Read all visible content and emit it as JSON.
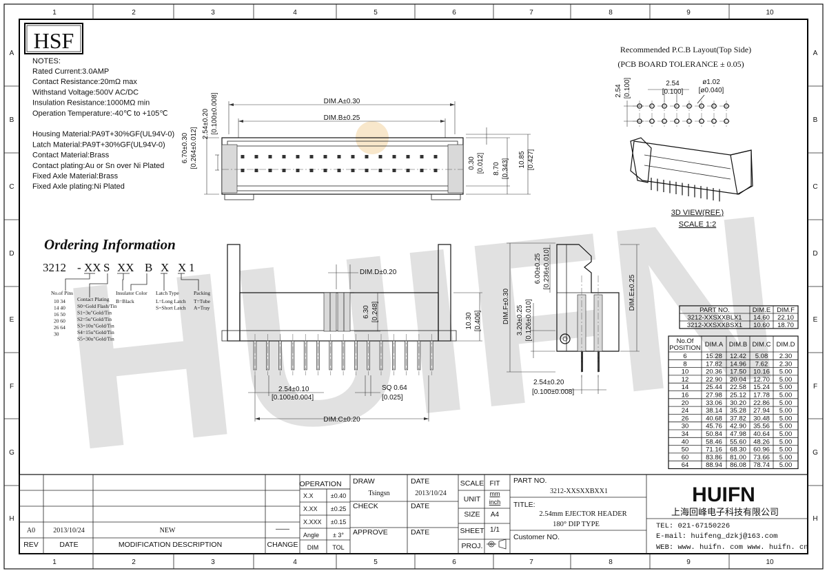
{
  "sheet": {
    "col_labels": [
      "1",
      "2",
      "3",
      "4",
      "5",
      "6",
      "7",
      "8",
      "9",
      "10"
    ],
    "row_labels": [
      "A",
      "B",
      "C",
      "D",
      "E",
      "F",
      "G",
      "H"
    ]
  },
  "brand": {
    "logo": "HSF",
    "watermark": "HUIFN"
  },
  "notes": {
    "heading": "NOTES:",
    "lines": [
      "Rated Current:3.0AMP",
      "Contact Resistance:20mΩ max",
      "Withstand Voltage:500V AC/DC",
      "Insulation Resistance:1000MΩ min",
      "Operation Temperature:-40℃ to +105℃",
      "",
      "Housing Material:PA9T+30%GF(UL94V-0)",
      "Latch Material:PA9T+30%GF(UL94V-0)",
      "Contact Material:Brass",
      "Contact plating:Au or Sn over Ni Plated",
      "Fixed Axle Material:Brass",
      "Fixed Axle plating:Ni Plated"
    ]
  },
  "ordering": {
    "title": "Ordering Information",
    "code_parts": [
      "3212",
      "-",
      "XX",
      "S",
      "XX",
      "B",
      "X",
      "X",
      "1"
    ],
    "pins_label": "No.of Pins",
    "pins_rows": [
      "10  34",
      "14  40",
      "16  50",
      "20  60",
      "26  64",
      "30"
    ],
    "plating_label": "Contact Plating",
    "plating_rows": [
      "S0=Gold Flash/Tin",
      "S1=3u\"Gold/Tin",
      "S2=5u\"Gold/Tin",
      "S3=10u\"Gold/Tin",
      "S4=15u\"Gold/Tin",
      "S5=30u\"Gold/Tin"
    ],
    "insulator_label": "Insulator Color",
    "insulator_rows": [
      "B=Black"
    ],
    "latch_label": "Latch Type",
    "latch_rows": [
      "L=Long Latch",
      "S=Short Latch"
    ],
    "packing_label": "Packing",
    "packing_rows": [
      "T=Tube",
      "A=Tray"
    ]
  },
  "top_view": {
    "dim_a": "DIM.A±0.30",
    "dim_b": "DIM.B±0.25",
    "left_dims": [
      "6.70±0.30",
      "[0.264±0.012]",
      "2.54±0.20",
      "[0.100±0.008]"
    ],
    "right_dims": [
      "0.30",
      "[0.012]",
      "8.70",
      "[0.343]",
      "10.85",
      "[0.427]"
    ]
  },
  "front_view": {
    "dim_d": "DIM.D±0.20",
    "h1": "6.30",
    "h1_in": "[0.248]",
    "h2": "10.30",
    "h2_in": "[0.406]",
    "pitch": "2.54±0.10",
    "pitch_in": "[0.100±0.004]",
    "sq": "SQ 0.64",
    "sq_in": "[0.025]",
    "dim_c": "DIM.C±0.20"
  },
  "side_view": {
    "dim_f": "DIM.F±0.30",
    "d1": "6.00±0.25",
    "d1_in": "[0.236±0.010]",
    "d2": "3.20±0.25",
    "d2_in": "[0.126±0.010]",
    "dim_e": "DIM.E±0.25",
    "pitch": "2.54±0.20",
    "pitch_in": "[0.100±0.008]"
  },
  "pcb": {
    "title1": "Recommended P.C.B Layout(Top Side)",
    "title2": "(PCB BOARD TOLERANCE ± 0.05)",
    "pitch": "2.54",
    "pitch_in": "[0.100]",
    "hole": "ø1.02",
    "hole_in": "[ø0.040]",
    "row": "2.54",
    "row_in": "[0.100]"
  },
  "view3d": {
    "label": "3D VIEW(REF.)",
    "scale": "SCALE 1:2"
  },
  "part_table": {
    "headers": [
      "PART NO.",
      "DIM.E",
      "DIM.F"
    ],
    "rows": [
      [
        "3212-XXSXXBLX1",
        "14.60",
        "22.10"
      ],
      [
        "3212-XXSXXBSX1",
        "10.60",
        "18.70"
      ]
    ]
  },
  "dim_table": {
    "headers": [
      "No.Of POSITION",
      "DIM.A",
      "DIM.B",
      "DIM.C",
      "DIM.D"
    ],
    "rows": [
      [
        "6",
        "15.28",
        "12.42",
        "5.08",
        "2.30"
      ],
      [
        "8",
        "17.82",
        "14.96",
        "7.62",
        "2.30"
      ],
      [
        "10",
        "20.36",
        "17.50",
        "10.16",
        "5.00"
      ],
      [
        "12",
        "22.90",
        "20.04",
        "12.70",
        "5.00"
      ],
      [
        "14",
        "25.44",
        "22.58",
        "15.24",
        "5.00"
      ],
      [
        "16",
        "27.98",
        "25.12",
        "17.78",
        "5.00"
      ],
      [
        "20",
        "33.06",
        "30.20",
        "22.86",
        "5.00"
      ],
      [
        "24",
        "38.14",
        "35.28",
        "27.94",
        "5.00"
      ],
      [
        "26",
        "40.68",
        "37.82",
        "30.48",
        "5.00"
      ],
      [
        "30",
        "45.76",
        "42.90",
        "35.56",
        "5.00"
      ],
      [
        "34",
        "50.84",
        "47.98",
        "40.64",
        "5.00"
      ],
      [
        "40",
        "58.46",
        "55.60",
        "48.26",
        "5.00"
      ],
      [
        "50",
        "71.16",
        "68.30",
        "60.96",
        "5.00"
      ],
      [
        "60",
        "83.86",
        "81.00",
        "73.66",
        "5.00"
      ],
      [
        "64",
        "88.94",
        "86.08",
        "78.74",
        "5.00"
      ]
    ]
  },
  "title_block": {
    "revision": {
      "rev": "A0",
      "date": "2013/10/24",
      "desc": "NEW",
      "change": "——"
    },
    "rev_headers": [
      "REV",
      "DATE",
      "MODIFICATION DESCRIPTION",
      "CHANGE"
    ],
    "operation": "OPERATION",
    "tolerances": [
      [
        "X.X",
        "±0.40"
      ],
      [
        "X.XX",
        "±0.25"
      ],
      [
        "X.XXX",
        "±0.15"
      ],
      [
        "Angle",
        "± 3°"
      ]
    ],
    "tol_headers": [
      "DIM",
      "TOL"
    ],
    "draw_label": "DRAW",
    "draw_value": "Tsingsn",
    "date_label": "DATE",
    "date_value": "2013/10/24",
    "check_label": "CHECK",
    "approve_label": "APPROVE",
    "scale_label": "SCALE",
    "scale_value": "FIT",
    "unit_label": "UNIT",
    "unit_values": [
      "mm",
      "inch"
    ],
    "size_label": "SIZE",
    "size_value": "A4",
    "sheet_label": "SHEET",
    "sheet_value": "1/1",
    "proj_label": "PROJ.",
    "part_no_label": "PART NO.",
    "part_no_value": "3212-XXSXXBXX1",
    "title_label": "TITLE:",
    "title_lines": [
      "2.54mm EJECTOR HEADER",
      "180°  DIP TYPE"
    ],
    "customer_label": "Customer NO.",
    "company_logo": "HUIFN",
    "company_name": "上海回峰电子科技有限公司",
    "tel": "TEL: 021-67150226",
    "email": "E-mail: huifeng_dzkj@163.com",
    "web": "WEB:  www. huifn. com    www. huifn. cn"
  }
}
